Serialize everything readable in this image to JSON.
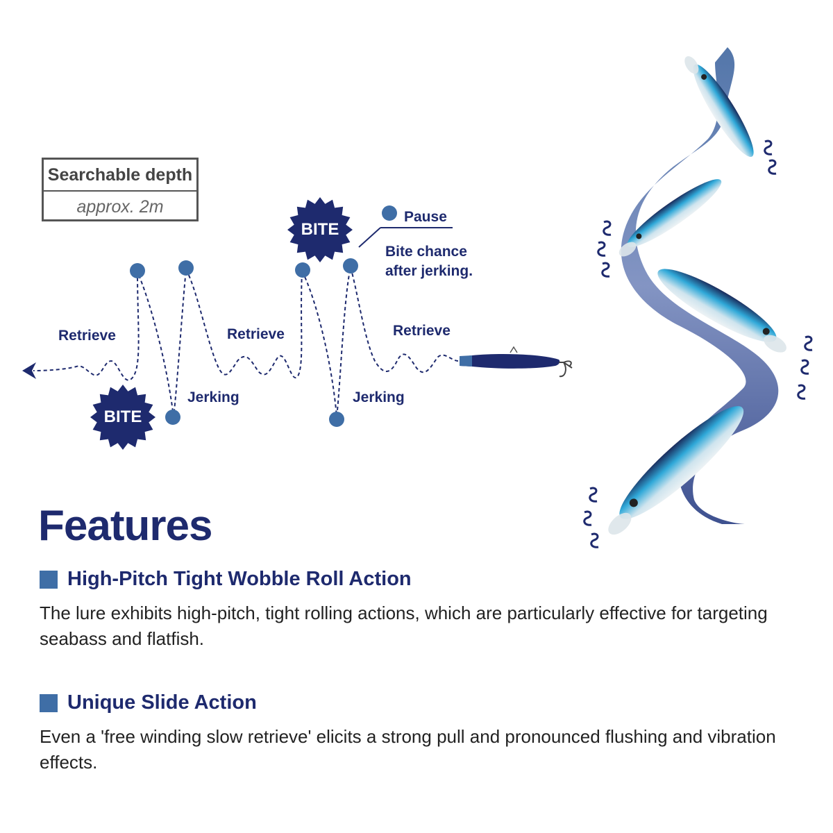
{
  "depth": {
    "title": "Searchable depth",
    "value": "approx. 2m"
  },
  "diagram": {
    "retrieve_label": "Retrieve",
    "jerking_label": "Jerking",
    "bite_label": "BITE",
    "pause_label": "Pause",
    "bite_chance": [
      "Bite chance",
      "after jerking."
    ]
  },
  "features": {
    "title": "Features",
    "items": [
      {
        "heading": "High-Pitch Tight Wobble Roll Action",
        "body": "The lure exhibits high-pitch, tight rolling actions, which are particularly effective for targeting seabass and flatfish."
      },
      {
        "heading": "Unique Slide Action",
        "body": "Even a 'free winding slow retrieve' elicits a strong pull and pronounced flushing and vibration effects."
      }
    ]
  },
  "colors": {
    "navy": "#1e2a6e",
    "dot": "#3f6ea6",
    "accent": "#3f6ea6"
  }
}
